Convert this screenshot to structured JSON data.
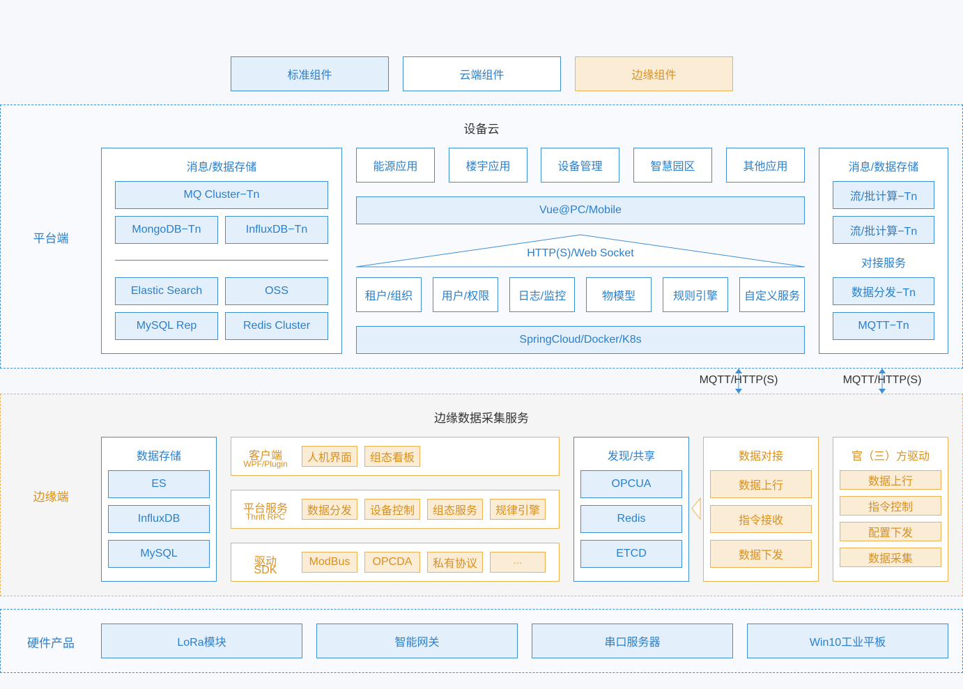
{
  "legend": {
    "standard": "标准组件",
    "cloud": "云端组件",
    "edge": "边缘组件"
  },
  "platform": {
    "label": "平台端",
    "title": "设备云",
    "left_storage": {
      "title": "消息/数据存储",
      "items": [
        "MQ Cluster−Tn",
        "MongoDB−Tn",
        "InfluxDB−Tn",
        "Elastic Search",
        "OSS",
        "MySQL Rep",
        "Redis Cluster"
      ]
    },
    "apps": [
      "能源应用",
      "楼宇应用",
      "设备管理",
      "智慧园区",
      "其他应用"
    ],
    "frontend": "Vue@PC/Mobile",
    "protocol": "HTTP(S)/Web Socket",
    "services": [
      "租户/组织",
      "用户/权限",
      "日志/监控",
      "物模型",
      "规则引擎",
      "自定义服务"
    ],
    "infra": "SpringCloud/Docker/K8s",
    "right_storage": {
      "title": "消息/数据存储",
      "items": [
        "流/批计算−Tn",
        "流/批计算−Tn"
      ],
      "sub_title": "对接服务",
      "sub_items": [
        "数据分发−Tn",
        "MQTT−Tn"
      ]
    }
  },
  "links": [
    "MQTT/HTTP(S)",
    "MQTT/HTTP(S)"
  ],
  "edge": {
    "label": "边缘端",
    "title": "边缘数据采集服务",
    "storage": {
      "title": "数据存储",
      "items": [
        "ES",
        "InfluxDB",
        "MySQL"
      ]
    },
    "client": {
      "title": "客户端",
      "subtitle": "WPF/Plugin",
      "items": [
        "人机界面",
        "组态看板"
      ]
    },
    "platform_service": {
      "title": "平台服务",
      "subtitle": "Thrift RPC",
      "items": [
        "数据分发",
        "设备控制",
        "组态服务",
        "规律引擎"
      ]
    },
    "driver": {
      "title": "驱动",
      "subtitle": "SDK",
      "items": [
        "ModBus",
        "OPCDA",
        "私有协议",
        "···"
      ]
    },
    "discovery": {
      "title": "发现/共享",
      "items": [
        "OPCUA",
        "Redis",
        "ETCD"
      ]
    },
    "data_link": {
      "title": "数据对接",
      "items": [
        "数据上行",
        "指令接收",
        "数据下发"
      ]
    },
    "third_party": {
      "title": "官（三）方驱动",
      "items": [
        "数据上行",
        "指令控制",
        "配置下发",
        "数据采集"
      ]
    }
  },
  "hardware": {
    "label": "硬件产品",
    "items": [
      "LoRa模块",
      "智能网关",
      "串口服务器",
      "Win10工业平板"
    ]
  }
}
